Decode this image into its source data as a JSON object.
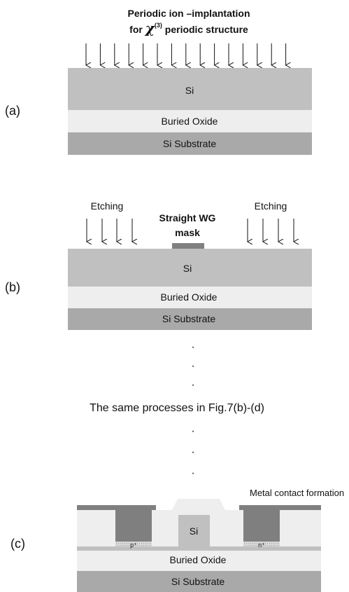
{
  "panel_a": {
    "label": "(a)",
    "title_line1": "Periodic ion –implantation",
    "title_line2_prefix": "for ",
    "chi_symbol": "χ",
    "chi_superscript": "(3)",
    "title_line2_suffix": " periodic structure",
    "layer_si": "Si",
    "layer_box": "Buried Oxide",
    "layer_substrate": "Si Substrate"
  },
  "panel_b": {
    "label": "(b)",
    "etching_left": "Etching",
    "etching_right": "Etching",
    "mask_line1": "Straight WG",
    "mask_line2": "mask",
    "layer_si": "Si",
    "layer_box": "Buried Oxide",
    "layer_substrate": "Si Substrate"
  },
  "ellipsis_top": [
    "·",
    "·",
    "·"
  ],
  "middle_note": "The same processes in Fig.7(b)-(d)",
  "ellipsis_bottom": [
    "·",
    "·",
    "·"
  ],
  "panel_c": {
    "label": "(c)",
    "metal_contact": "Metal contact formation",
    "waveguide_si": "Si",
    "p_doping": "p⁺",
    "n_doping": "n⁺",
    "layer_box": "Buried Oxide",
    "layer_substrate": "Si Substrate"
  },
  "colors": {
    "si_layer": "#c0c0c0",
    "oxide_layer": "#eeeeee",
    "substrate_layer": "#a9a9a9",
    "metal": "#7f7f7f",
    "mask": "#808080",
    "doped": "#d6d6d6",
    "cladding": "#eeeeee"
  }
}
